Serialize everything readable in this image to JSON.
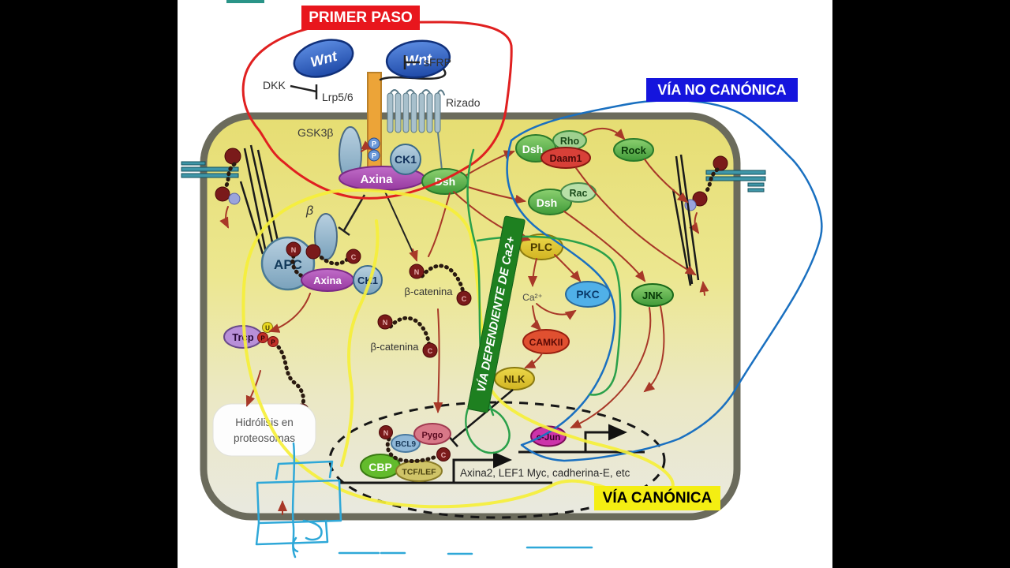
{
  "annotations": {
    "primer_paso": "PRIMER PASO",
    "via_no_canonica": "VÍA NO CANÓNICA",
    "via_canonica": "VÍA CANÓNICA",
    "via_dependiente": "VÍA DEPENDIENTE DE Ca2+"
  },
  "labels": {
    "sfrp": "sFRP",
    "dkk": "DKK",
    "lrp": "Lrp5/6",
    "rizado": "Rizado",
    "gsk3b": "GSK3β",
    "beta": "β",
    "bcatenina": "β-catenina",
    "ca": "Ca²⁺",
    "hidrolisis_1": "Hidrólisis en",
    "hidrolisis_2": "proteosomas",
    "genes": "Axina2, LEF1 Myc, cadherina-E, etc"
  },
  "nodes": {
    "wnt": "Wnt",
    "ck1": "CK1",
    "axina": "Axina",
    "dsh": "Dsh",
    "rho": "Rho",
    "daam1": "Daam1",
    "rock": "Rock",
    "rac": "Rac",
    "plc": "PLC",
    "pkc": "PKC",
    "camkii": "CAMKII",
    "nlk": "NLK",
    "jnk": "JNK",
    "apc": "APC",
    "trcp": "Trcp",
    "cbp": "CBP",
    "tcflef": "TCF/LEF",
    "bcl9": "BCL9",
    "pygo": "Pygo",
    "cjun": "c-Jun"
  },
  "beads": {
    "n": "N",
    "c": "C",
    "p": "P",
    "u": "U"
  },
  "colors": {
    "annotation_red": "#e02020",
    "annotation_blue": "#1a70c0",
    "annotation_yellow": "#f5ef3a",
    "annotation_green": "#2aa04a",
    "annotation_cyan": "#3ab8e0",
    "banner_green": "#1e8020",
    "primer_paso_bg": "#e8161d",
    "via_no_canonica_bg": "#1515dd",
    "via_canonica_bg": "#f4ee12",
    "cell_fill": "#e6de76",
    "membrane": "#6b6b5c",
    "pathway_arrow": "#a83828"
  }
}
